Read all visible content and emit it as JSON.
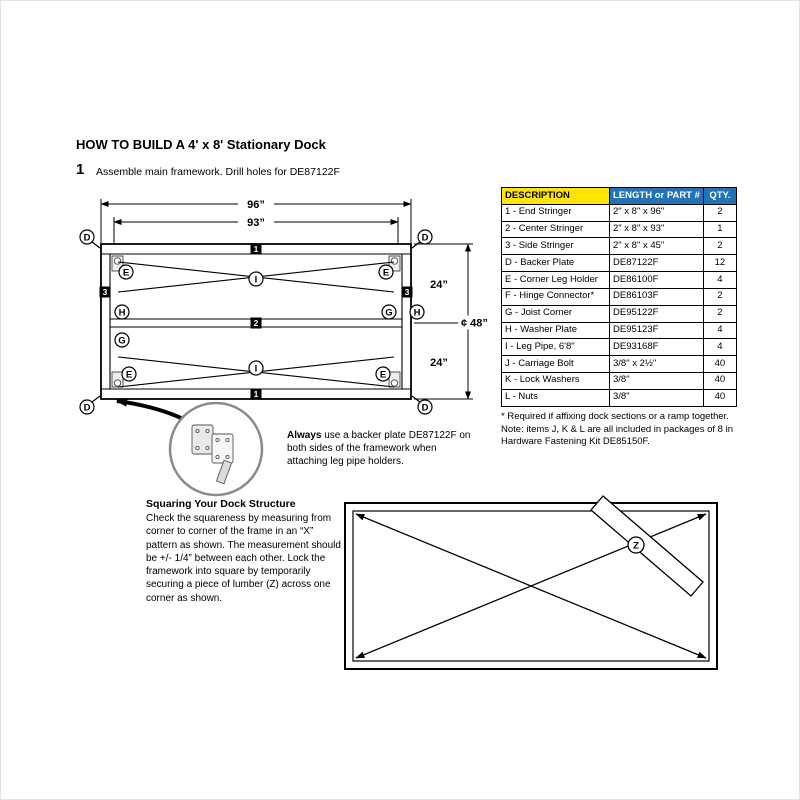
{
  "page": {
    "title": "HOW TO BUILD A 4' x 8' Stationary Dock",
    "step_number": "1",
    "step_text": "Assemble main framework. Drill holes for DE87122F"
  },
  "frame_diagram": {
    "dim_width_outer": "96”",
    "dim_width_inner": "93”",
    "dim_height_top": "24”",
    "dim_height_total": "¢ 48”",
    "dim_height_bottom": "24”",
    "label_end_stringer": "1",
    "label_center_stringer": "2",
    "label_side_stringer": "3",
    "label_backer_plate": "D",
    "label_corner_leg_holder": "E",
    "label_joist_corner": "G",
    "label_washer_plate": "H",
    "label_leg_pipe": "I"
  },
  "callout": {
    "bold_word": "Always",
    "text": " use a backer plate DE87122F on both sides of the framework when attaching leg pipe holders."
  },
  "parts_table": {
    "headers": [
      "DESCRIPTION",
      "LENGTH or PART #",
      "QTY."
    ],
    "rows": [
      [
        "1 - End Stringer",
        "2\" x 8\" x 96\"",
        "2"
      ],
      [
        "2 - Center Stringer",
        "2\" x 8\" x 93\"",
        "1"
      ],
      [
        "3 - Side Stringer",
        "2\" x 8\" x 45\"",
        "2"
      ],
      [
        "D - Backer Plate",
        "DE87122F",
        "12"
      ],
      [
        "E - Corner Leg Holder",
        "DE86100F",
        "4"
      ],
      [
        "F - Hinge Connector*",
        "DE86103F",
        "2"
      ],
      [
        "G - Joist Corner",
        "DE95122F",
        "2"
      ],
      [
        "H - Washer Plate",
        "DE95123F",
        "4"
      ],
      [
        "I - Leg Pipe, 6'8\"",
        "DE93168F",
        "4"
      ],
      [
        "J - Carriage Bolt",
        "3/8\" x 2½\"",
        "40"
      ],
      [
        "K - Lock Washers",
        "3/8\"",
        "40"
      ],
      [
        "L - Nuts",
        "3/8\"",
        "40"
      ]
    ]
  },
  "footnote": "* Required if affixing dock sections or a ramp together.\nNote: items J, K & L are all included in packages of 8 in Hardware Fastening Kit DE85150F.",
  "squaring": {
    "heading": "Squaring Your Dock Structure",
    "body": "Check the squareness by measuring from corner to corner of the frame in an “X” pattern as shown. The measurement should be +/- 1/4” between each other. Lock the framework into square by temporarily securing a piece of lumber (Z) across one corner as shown."
  },
  "square_diagram": {
    "z_label": "Z"
  },
  "colors": {
    "header_yellow": "#FFE500",
    "header_blue": "#2173B8"
  }
}
